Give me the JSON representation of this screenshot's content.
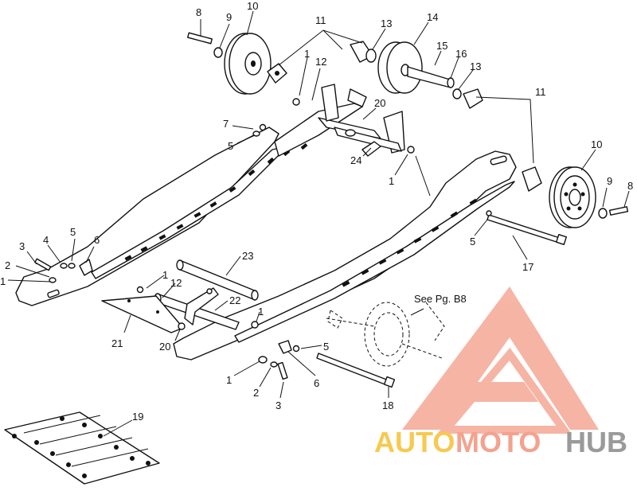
{
  "diagram": {
    "note": "See Pg. B8",
    "callouts": [
      {
        "id": "c8a",
        "text": "8"
      },
      {
        "id": "c9a",
        "text": "9"
      },
      {
        "id": "c10a",
        "text": "10"
      },
      {
        "id": "c11a",
        "text": "11"
      },
      {
        "id": "c13a",
        "text": "13"
      },
      {
        "id": "c14",
        "text": "14"
      },
      {
        "id": "c15",
        "text": "15"
      },
      {
        "id": "c16",
        "text": "16"
      },
      {
        "id": "c13b",
        "text": "13"
      },
      {
        "id": "c1a",
        "text": "1"
      },
      {
        "id": "c12a",
        "text": "12"
      },
      {
        "id": "c20a",
        "text": "20"
      },
      {
        "id": "c11b",
        "text": "11"
      },
      {
        "id": "c7",
        "text": "7"
      },
      {
        "id": "c5a",
        "text": "5"
      },
      {
        "id": "c24",
        "text": "24"
      },
      {
        "id": "c1b",
        "text": "1"
      },
      {
        "id": "c10b",
        "text": "10"
      },
      {
        "id": "c9b",
        "text": "9"
      },
      {
        "id": "c8b",
        "text": "8"
      },
      {
        "id": "c5b",
        "text": "5"
      },
      {
        "id": "c17",
        "text": "17"
      },
      {
        "id": "c3a",
        "text": "3"
      },
      {
        "id": "c4",
        "text": "4"
      },
      {
        "id": "c5c",
        "text": "5"
      },
      {
        "id": "c6a",
        "text": "6"
      },
      {
        "id": "c2a",
        "text": "2"
      },
      {
        "id": "c1c",
        "text": "1"
      },
      {
        "id": "c23",
        "text": "23"
      },
      {
        "id": "c1d",
        "text": "1"
      },
      {
        "id": "c12b",
        "text": "12"
      },
      {
        "id": "c22",
        "text": "22"
      },
      {
        "id": "c1e",
        "text": "1"
      },
      {
        "id": "c21",
        "text": "21"
      },
      {
        "id": "c20b",
        "text": "20"
      },
      {
        "id": "c5d",
        "text": "5"
      },
      {
        "id": "c1f",
        "text": "1"
      },
      {
        "id": "c6b",
        "text": "6"
      },
      {
        "id": "c2b",
        "text": "2"
      },
      {
        "id": "c3b",
        "text": "3"
      },
      {
        "id": "c18",
        "text": "18"
      },
      {
        "id": "c19",
        "text": "19"
      }
    ]
  },
  "watermark": {
    "part1": "AUTO",
    "part2": "MOTO",
    "part3": "HUB",
    "color_a": "#f4a28f",
    "color_b": "#f7c94f",
    "color_c": "#9a9a9a"
  }
}
